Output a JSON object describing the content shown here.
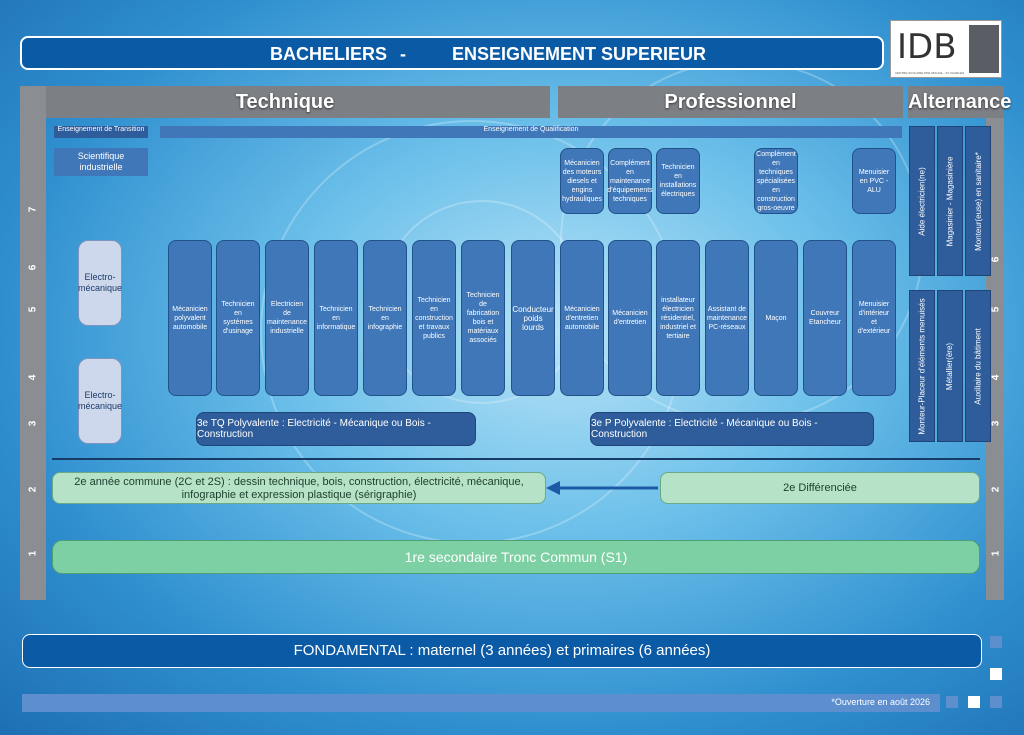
{
  "header": {
    "left": "BACHELIERS",
    "dash": "-",
    "right": "ENSEIGNEMENT SUPERIEUR",
    "logo": "IDB",
    "logo_sub": "CENTRE SCOLAIRE DINH BAUCE - ST CHARLES"
  },
  "sections": {
    "technique": "Technique",
    "professionnel": "Professionnel",
    "alternance": "Alternance",
    "transition": "Enseignement de Transition",
    "qualification": "Enseignement de Qualification",
    "scientifique": "Scientifique industrielle"
  },
  "years": [
    "7",
    "6",
    "5",
    "4",
    "3",
    "2",
    "1"
  ],
  "years_right": [
    "6",
    "5",
    "4",
    "3",
    "2",
    "1"
  ],
  "electro": [
    "Electro-mécanique",
    "Electro-mécanique"
  ],
  "top_boxes": [
    "Mécanicien des moteurs diesels et engins hydrauliques",
    "Complément en maintenance d'équipements techniques",
    "Technicien en installations électriques",
    "Complément en techniques spécialisées en construction gros-oeuvre",
    "Menuisier en PVC - ALU"
  ],
  "main_boxes": [
    "Mécanicien polyvalent automobile",
    "Technicien en systèmes d'usinage",
    "Electricien de maintenance industrielle",
    "Technicien en informatique",
    "Technicien en infographie",
    "Technicien en construction et travaux publics",
    "Technicien de fabrication bois et matériaux associés",
    "Conducteur poids lourds",
    "Mécanicien d'entretien automobile",
    "Mécanicien d'entretien",
    "installateur électricien résidentiel, industriel et tertiaire",
    "Assistant de maintenance PC-réseaux",
    "Maçon",
    "Couvreur Etancheur",
    "Menuisier d'intérieur et d'extérieur"
  ],
  "alternance": [
    "Aide électricien(ne)",
    "Magasinier - Magasinière",
    "Monteur(euse) en sanitaire*",
    "Monteur-Placeur d'éléments menuisés",
    "Métallier(ère)",
    "Auxiliaire du bâtiment"
  ],
  "tq": "3e TQ Polyvalente : Electricité - Mécanique ou Bois - Construction",
  "p3": "3e P  Polyvalente : Electricité - Mécanique ou Bois - Construction",
  "commune_line1": "2e année commune (2C et 2S) : dessin technique, bois, construction, électricité, mécanique,",
  "commune_line2": "infographie et expression plastique (sérigraphie)",
  "differenciee": "2e Différenciée",
  "tronc": "1re  secondaire Tronc Commun (S1)",
  "fondamental": "FONDAMENTAL : maternel (3 années) et primaires (6 années)",
  "footnote": "*Ouverture en août 2026"
}
